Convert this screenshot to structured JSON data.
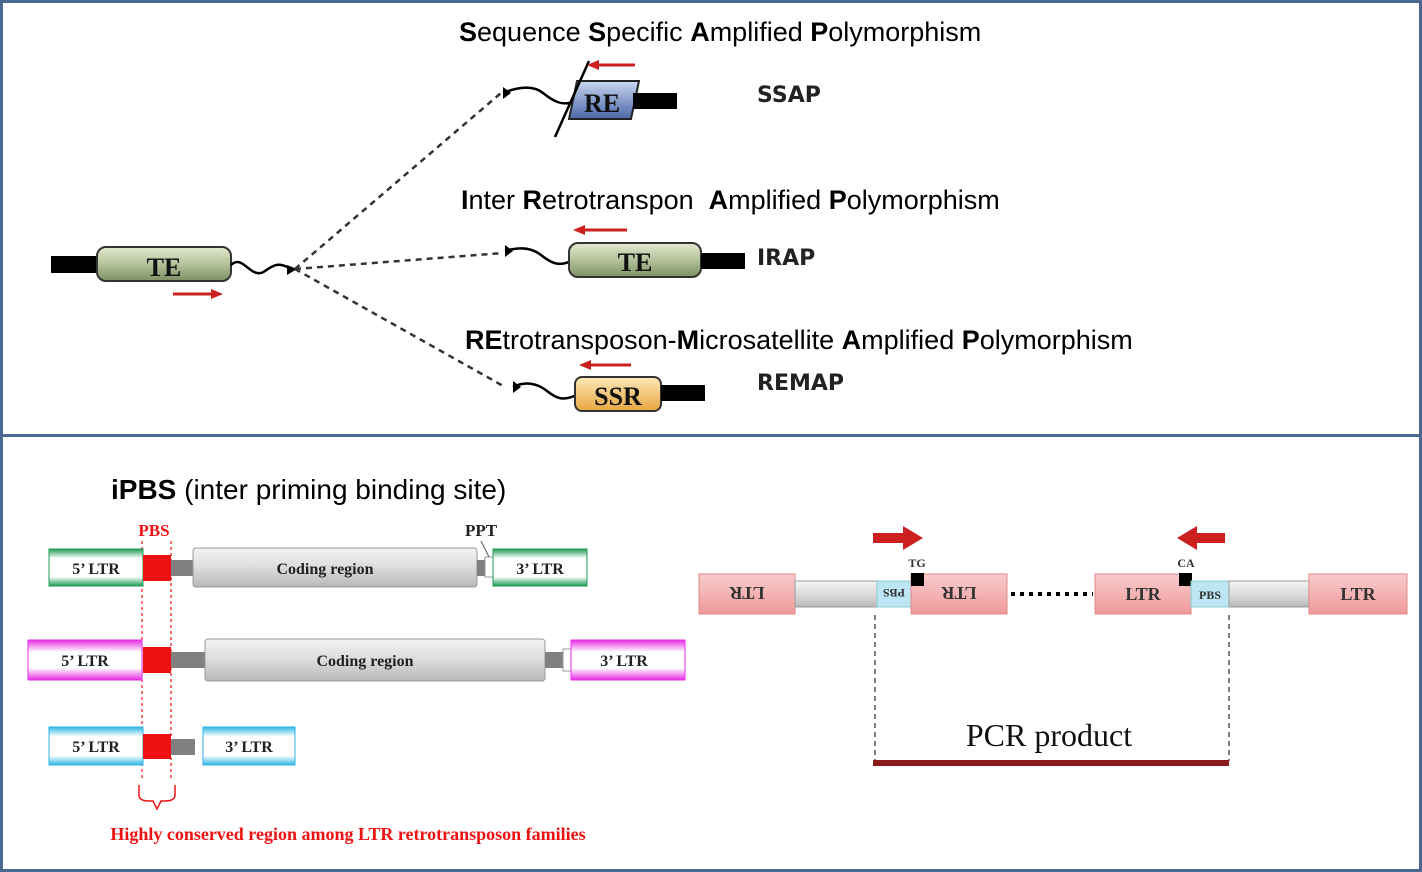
{
  "top": {
    "ssap": {
      "title_parts": [
        {
          "text": "S",
          "bold": true
        },
        {
          "text": "equence ",
          "bold": false
        },
        {
          "text": "S",
          "bold": true
        },
        {
          "text": "pecific ",
          "bold": false
        },
        {
          "text": "A",
          "bold": true
        },
        {
          "text": "mplified ",
          "bold": false
        },
        {
          "text": "P",
          "bold": true
        },
        {
          "text": "olymorphism",
          "bold": false
        }
      ],
      "acronym": "SSAP",
      "box_label": "RE"
    },
    "irap": {
      "title_parts": [
        {
          "text": "I",
          "bold": true
        },
        {
          "text": "nter ",
          "bold": false
        },
        {
          "text": "R",
          "bold": true
        },
        {
          "text": "etrotranspon  ",
          "bold": false
        },
        {
          "text": "A",
          "bold": true
        },
        {
          "text": "mplified ",
          "bold": false
        },
        {
          "text": "P",
          "bold": true
        },
        {
          "text": "olymorphism",
          "bold": false
        }
      ],
      "acronym": "IRAP",
      "box_label": "TE"
    },
    "remap": {
      "title_parts": [
        {
          "text": "RE",
          "bold": true
        },
        {
          "text": "trotransposon-",
          "bold": false
        },
        {
          "text": "M",
          "bold": true
        },
        {
          "text": "icrosatellite ",
          "bold": false
        },
        {
          "text": "A",
          "bold": true
        },
        {
          "text": "mplified ",
          "bold": false
        },
        {
          "text": "P",
          "bold": true
        },
        {
          "text": "olymorphism",
          "bold": false
        }
      ],
      "acronym": "REMAP",
      "box_label": "SSR"
    },
    "source_label": "TE"
  },
  "bottom": {
    "ipbs_title_bold": "iPBS",
    "ipbs_title_rest": " (inter priming binding site)",
    "pbs": "PBS",
    "ppt": "PPT",
    "ltr5": "5’ LTR",
    "ltr3": "3’ LTR",
    "coding": "Coding region",
    "conserved": "Highly conserved region among LTR retrotransposon families",
    "ltr": "LTR",
    "pbs_small": "PBS",
    "tg": "TG",
    "ca": "CA",
    "pcr": "PCR product"
  },
  "colors": {
    "border": "#4a6890",
    "arrow_red": "#cc1f1f",
    "te_green": "#a9b98c",
    "re_blue": "#5b78b8",
    "ssr_orange": "#f0c070",
    "ltr_green": "#1e9a55",
    "ltr_magenta": "#e62ee6",
    "ltr_cyan": "#2eb6e6",
    "ltr_pink": "#f5b5b5",
    "pbs_red": "#ee1111",
    "pcr_line": "#8b1a1a"
  }
}
